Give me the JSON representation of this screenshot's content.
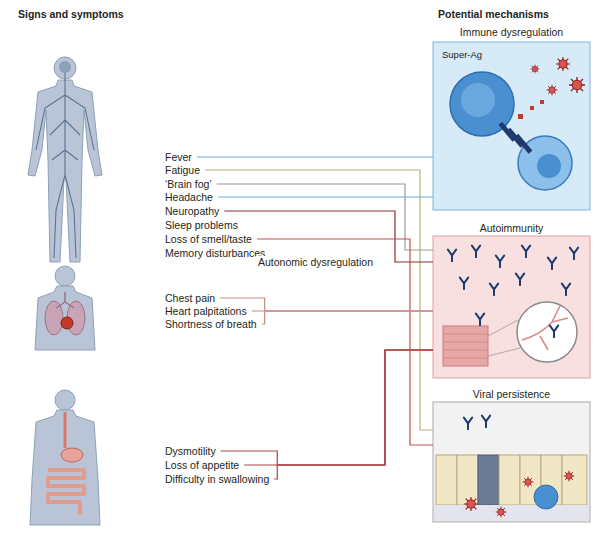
{
  "diagram": {
    "nodes": [
      {
        "text": [
          "Fever"
        ]
      },
      {
        "text": [
          "Fatigue"
        ]
      },
      {
        "text": [
          "‘Brain fog’"
        ]
      },
      {
        "text": [
          "Headache"
        ]
      },
      {
        "text": [
          "Neuropathy"
        ]
      },
      {
        "text": [
          "Sleep problems"
        ]
      },
      {
        "text": [
          "Loss of smell/taste"
        ]
      },
      {
        "text": [
          "Memory disturbances"
        ]
      },
      {
        "text": [
          "Chest pain"
        ]
      },
      {
        "text": [
          "Heart palpitations"
        ]
      },
      {
        "text": [
          "Shortness of breath"
        ]
      },
      {
        "text": [
          "Dysmotility"
        ]
      },
      {
        "text": [
          "Loss of appetite"
        ]
      },
      {
        "text": [
          "Difficulty in swallowing"
        ]
      },
      {
        "text": [
          "Immune dysregulation"
        ]
      },
      {
        "text": [
          "Autoimmunity"
        ]
      },
      {
        "text": [
          "Viral persistence"
        ]
      }
    ],
    "edges": [
      {
        "from": 0,
        "to": 14,
        "arrow": "none"
      },
      {
        "from": 3,
        "to": 14,
        "arrow": "none"
      },
      {
        "from": 1,
        "to": 16,
        "arrow": "none"
      },
      {
        "from": 2,
        "to": 15,
        "arrow": "none"
      },
      {
        "from": 4,
        "to": 15,
        "arrow": "none"
      },
      {
        "from": 6,
        "to": 16,
        "arrow": "none"
      },
      {
        "from": 8,
        "to": 15,
        "arrow": "none"
      },
      {
        "from": 9,
        "to": 15,
        "arrow": "none"
      },
      {
        "from": 10,
        "to": 15,
        "arrow": "none"
      },
      {
        "from": 11,
        "to": 15,
        "arrow": "none"
      },
      {
        "from": 12,
        "to": 15,
        "arrow": "none"
      },
      {
        "from": 13,
        "to": 15,
        "arrow": "none"
      }
    ],
    "labels": [
      "Signs and symptoms",
      "Potential mechanisms",
      "Super-Ag",
      "Autonomic dysregulation"
    ]
  }
}
